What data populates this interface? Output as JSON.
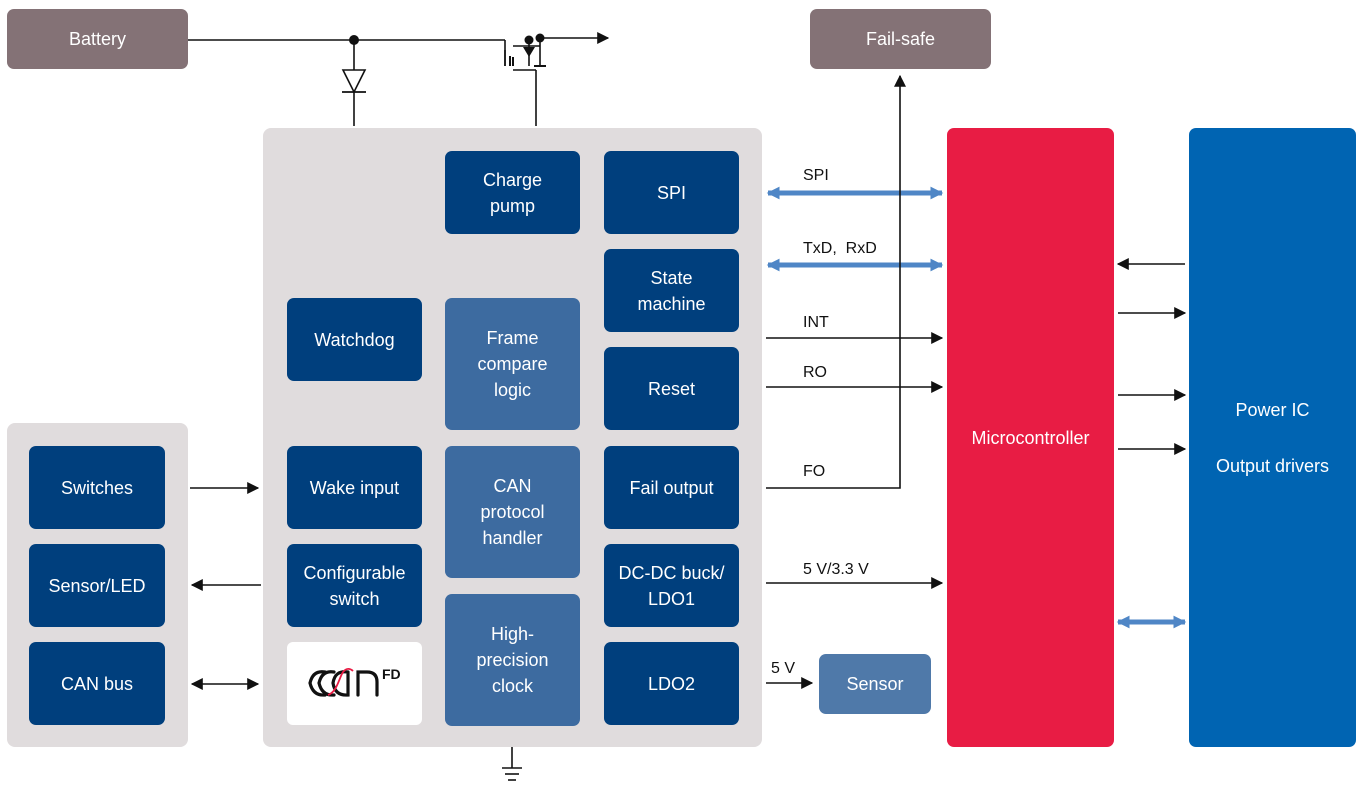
{
  "external": {
    "battery": "Battery",
    "fail_safe": "Fail-safe",
    "sensor": "Sensor"
  },
  "inputs_panel": {
    "switches": "Switches",
    "sensor_led": "Sensor/LED",
    "can_bus": "CAN bus"
  },
  "sbc": {
    "charge_pump": "Charge\npump",
    "spi": "SPI",
    "state_machine": "State\nmachine",
    "watchdog": "Watchdog",
    "frame_compare": "Frame\ncompare\nlogic",
    "reset": "Reset",
    "wake_input": "Wake input",
    "can_protocol": "CAN\nprotocol\nhandler",
    "fail_output": "Fail output",
    "configurable_switch": "Configurable\nswitch",
    "dcdc": "DC-DC buck/\nLDO1",
    "high_precision_clock": "High-\nprecision\nclock",
    "ldo2": "LDO2",
    "can_fd_logo": "CAN FD",
    "can_fd_sup": "FD"
  },
  "microcontroller": "Microcontroller",
  "power_ic": {
    "line1": "Power IC",
    "line2": "Output drivers"
  },
  "signals": {
    "spi": "SPI",
    "txd_rxd": "TxD,  RxD",
    "int": "INT",
    "ro": "RO",
    "fo": "FO",
    "supply_mcu": "5 V/3.3 V",
    "supply_sensor": "5 V"
  },
  "colors": {
    "dark_block": "#003f7d",
    "light_block": "#3d6ba0",
    "panel": "#e0dcdd",
    "external_grey": "#847276",
    "microcontroller": "#e81c44",
    "power_ic": "#0064b2",
    "bus_arrow": "#4f86c6"
  }
}
